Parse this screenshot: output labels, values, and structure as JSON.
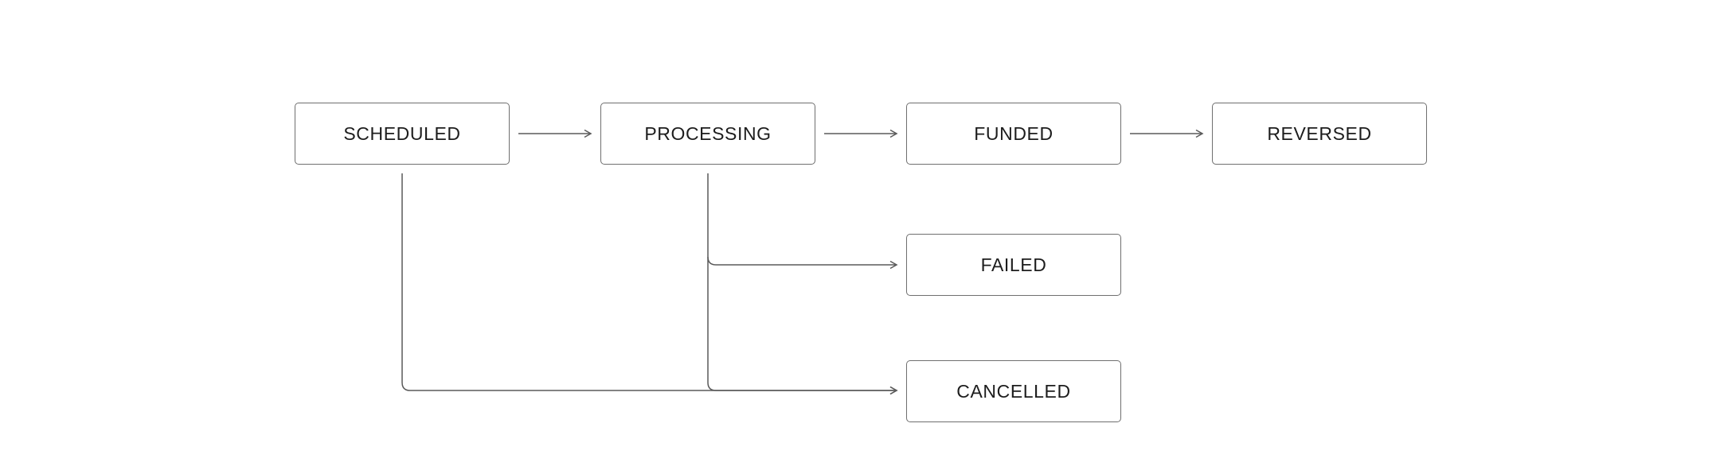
{
  "diagram": {
    "states": {
      "scheduled": "SCHEDULED",
      "processing": "PROCESSING",
      "funded": "FUNDED",
      "reversed": "REVERSED",
      "failed": "FAILED",
      "cancelled": "CANCELLED"
    },
    "transitions": [
      {
        "from": "SCHEDULED",
        "to": "PROCESSING"
      },
      {
        "from": "PROCESSING",
        "to": "FUNDED"
      },
      {
        "from": "FUNDED",
        "to": "REVERSED"
      },
      {
        "from": "PROCESSING",
        "to": "FAILED"
      },
      {
        "from": "PROCESSING",
        "to": "CANCELLED"
      },
      {
        "from": "SCHEDULED",
        "to": "CANCELLED"
      }
    ],
    "colors": {
      "line": "#5a5a5a",
      "border": "#6f6f6f",
      "text": "#1d1d1d",
      "background": "#ffffff"
    }
  }
}
